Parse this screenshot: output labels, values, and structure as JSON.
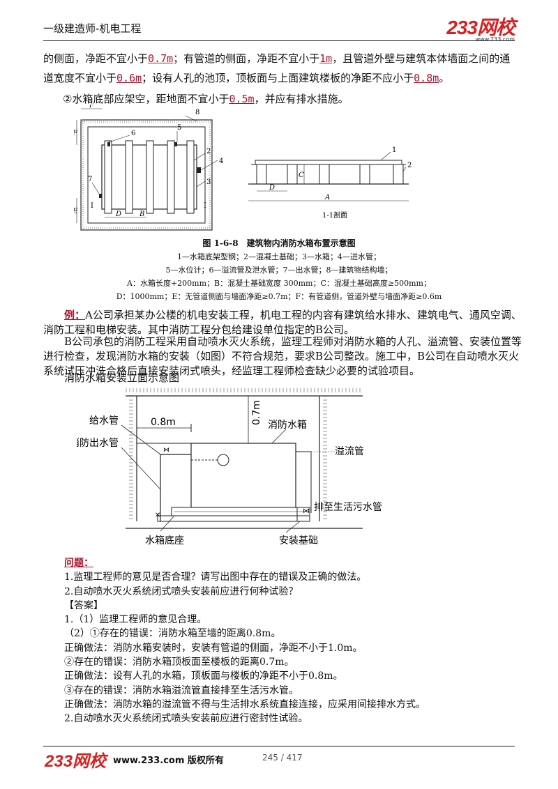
{
  "header": {
    "title": "一级建造师-机电工程",
    "logo": "233网校",
    "logo_sub": "www.233.com"
  },
  "intro": {
    "p1_a": "的侧面，净距不宜小于",
    "p1_v1": "0.7m",
    "p1_b": "；有管道的侧面，净距不宜小于",
    "p1_v2": "1m",
    "p1_c": "，且管道外壁与建筑本体墙面之间的通道宽度不宜小于",
    "p1_v3": "0.6m",
    "p1_d": "；设有人孔的池顶，顶板面与上面建筑楼板的净距不应小于",
    "p1_v4": "0.8m",
    "p1_e": "。",
    "p2_a": "②水箱底部应架空，距地面不宜小于",
    "p2_v1": "0.5m",
    "p2_b": "，并应有排水措施。"
  },
  "figure1": {
    "plan_labels": [
      "8",
      "5",
      "6",
      "2",
      "4",
      "3",
      "7"
    ],
    "dim_labels": [
      "F",
      "F",
      "E",
      "D",
      "B",
      "C",
      "D",
      "A"
    ],
    "section_labels": [
      "1",
      "2"
    ],
    "section_title": "1-1剖面",
    "caption_title": "图 1-6-8　建筑物内消防水箱布置示意图",
    "caption_l1": "1—水箱底架型钢；2—混凝土基础；3—水箱；4—进水管；",
    "caption_l2": "5—水位计；6—溢流管及泄水管；7—出水管；8—建筑物结构墙；",
    "caption_l3": "A：水箱长度+200mm；B：混凝土基础宽度 300mm；C：混凝土基础高度≥500mm；",
    "caption_l4": "D：1000mm；E：无管道侧面与墙面净距≥0.7m；F：有管道侧，管道外壁与墙面净距≥0.6m"
  },
  "case": {
    "label": "例：",
    "p1": "A公司承担某办公楼的机电安装工程，机电工程的内容有建筑给水排水、建筑电气、通风空调、消防工程和电梯安装。其中消防工程分包给建设单位指定的B公司。",
    "p2": "B公司承包的消防工程采用自动喷水灭火系统，监理工程师对消防水箱的人孔、溢流管、安装位置等进行检查，发现消防水箱的安装（如图）不符合规范，要求B公司整改。施工中，B公司在自动喷水灭火系统试压冲洗合格后直接安装闭式喷头，经监理工程师检查缺少必要的试验项目。",
    "fig_label": "消防水箱安装立面示意图"
  },
  "figure2": {
    "dim_horizontal": "0.8m",
    "dim_vertical": "0.7m",
    "labels": [
      "给水管",
      "消防出水管",
      "消防水箱",
      "溢流管",
      "排至生活污水管",
      "水箱底座",
      "安装基础"
    ]
  },
  "qa": {
    "q_head": "问题：",
    "q1": "1.监理工程师的意见是否合理？请写出图中存在的错误及正确的做法。",
    "q2": "2.自动喷水灭火系统闭式喷头安装前应进行何种试验？",
    "ans_head": "【答案】",
    "a1": "1.（1）监理工程师的意见合理。",
    "a2": "（2）①存在的错误：消防水箱至墙的距离0.8m。",
    "a3": "正确做法：消防水箱安装时，安装有管道的侧面，净距不小于1.0m。",
    "a4": "②存在的错误：消防水箱顶板面至楼板的距离0.7m。",
    "a5": "正确做法：设有人孔的水箱，顶板面与楼板的净距不小于0.8m。",
    "a6": "③存在的错误：消防水箱溢流管直接排至生活污水管。",
    "a7": "正确做法：消防水箱的溢流管不得与生活排水系统直接连接，应采用间接排水方式。",
    "a8": "2.自动喷水灭火系统闭式喷头安装前应进行密封性试验。"
  },
  "footer": {
    "logo": "233网校",
    "site": "www.233.com 版权所有",
    "page": "245 / 417"
  }
}
